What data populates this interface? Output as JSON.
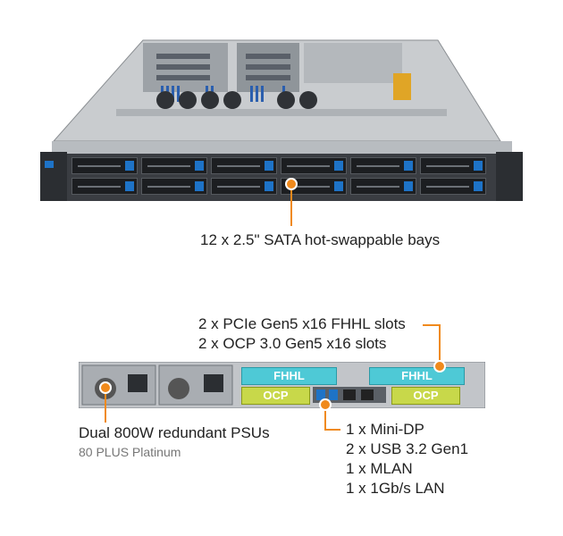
{
  "front": {
    "bays_label": "12 x 2.5\" SATA hot-swappable bays"
  },
  "rear": {
    "expansion_lines": [
      "2 x PCIe Gen5 x16 FHHL slots",
      "2 x OCP 3.0 Gen5 x16 slots"
    ],
    "psu_label": "Dual 800W redundant PSUs",
    "psu_sublabel": "80 PLUS Platinum",
    "io_lines": [
      "1 x Mini-DP",
      "2 x USB 3.2 Gen1",
      "1 x MLAN",
      "1 x 1Gb/s LAN"
    ],
    "slot_labels": {
      "fhhl_left": "FHHL",
      "fhhl_right": "FHHL",
      "ocp_left": "OCP",
      "ocp_right": "OCP"
    }
  },
  "colors": {
    "accent": "#f08a1c",
    "chassis": "#3a3d42",
    "bay_latch": "#1e73c7",
    "fhhl": "#4ec9d6",
    "ocp": "#c8d84a"
  }
}
